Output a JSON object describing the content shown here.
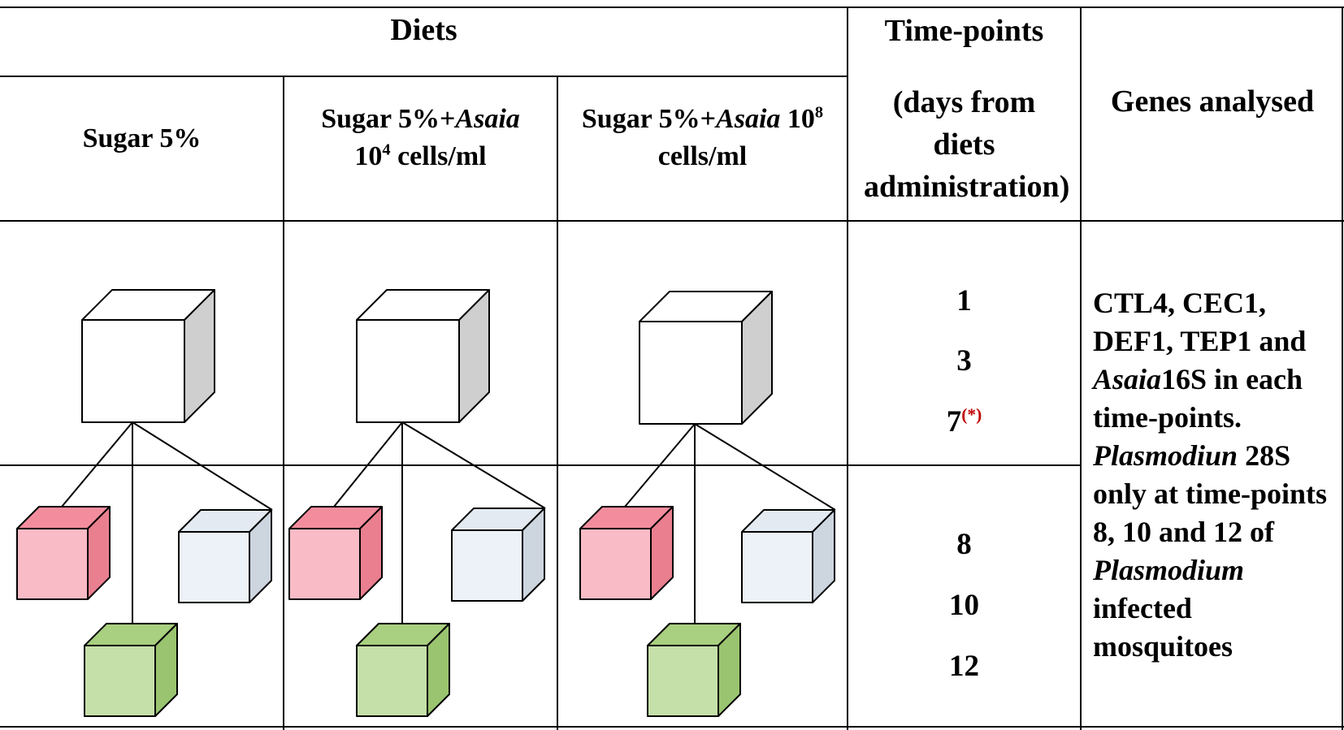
{
  "header": {
    "diets": "Diets",
    "timepoints_line1": "Time-points",
    "timepoints_line2": "(days from diets administration)",
    "genes": "Genes analysed"
  },
  "diets": [
    {
      "label": "Sugar 5%"
    },
    {
      "label_prefix": "Sugar 5%+",
      "label_italic": "Asaia",
      "label_line2_base": "10",
      "label_line2_exp": "4",
      "label_line2_suffix": " cells/ml"
    },
    {
      "label_prefix": "Sugar 5%+",
      "label_italic": "Asaia",
      "label_base": " 10",
      "label_exp": "8",
      "label_line2": "cells/ml"
    }
  ],
  "timepoints": {
    "group1": [
      "1",
      "3",
      "7"
    ],
    "asterisk": "(*)",
    "group2": [
      "8",
      "10",
      "12"
    ]
  },
  "genes_text": {
    "part1": "CTL4, CEC1, DEF1, TEP1 and ",
    "italic1": "Asaia",
    "part2": "16S in each time-points. ",
    "italic2": "Plasmodiun",
    "part3": " 28S only at time-points 8, 10 and 12 of ",
    "italic3": "Plasmodium",
    "part4": " infected mosquitoes"
  },
  "colors": {
    "line": "#000000",
    "white_front": "#ffffff",
    "white_side": "#cfcfcf",
    "pink_front": "#f9bbc6",
    "pink_top": "#f38d9e",
    "pink_side": "#e97f8f",
    "blue_front": "#edf2f8",
    "blue_top": "#e4eaf2",
    "blue_side": "#cdd5df",
    "green_front": "#c6e0a9",
    "green_top": "#a9cf80",
    "green_side": "#9ac46f",
    "asterisk": "#c00000"
  }
}
